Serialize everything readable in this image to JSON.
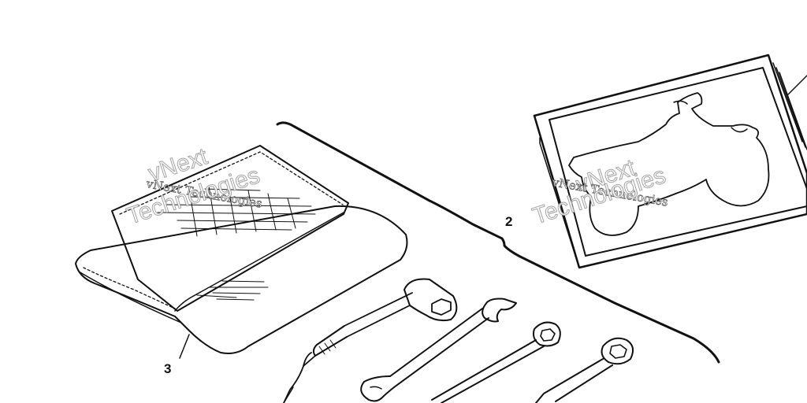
{
  "figure": {
    "callouts": [
      {
        "id": "manual",
        "label": "2"
      },
      {
        "id": "tool-bag",
        "label": "3"
      }
    ],
    "watermark": {
      "line1": "vNext Technologies",
      "line2": "Technologies",
      "line3": "vNext"
    }
  },
  "colors": {
    "ink": "#111111",
    "paper": "#ffffff"
  }
}
